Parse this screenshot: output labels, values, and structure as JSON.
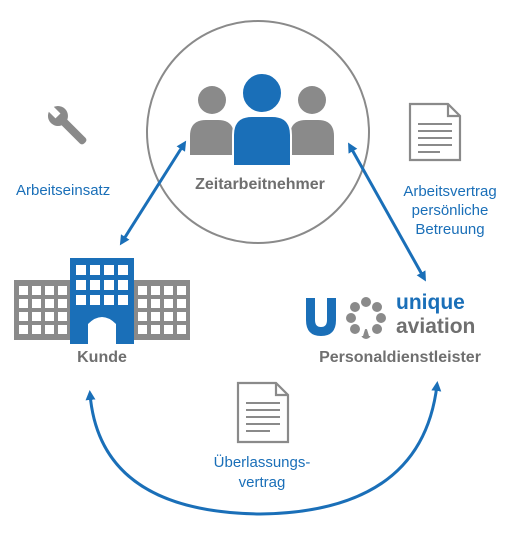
{
  "nodes": {
    "worker": {
      "label": "Zeitarbeitnehmer"
    },
    "customer": {
      "label": "Kunde"
    },
    "provider": {
      "label": "Personaldienstleister",
      "logo_text_line1": "unique",
      "logo_text_line2": "aviation"
    }
  },
  "relations": {
    "worker_customer": {
      "label": "Arbeitseinsatz"
    },
    "worker_provider": {
      "label_lines": [
        "Arbeitsvertrag",
        "persönliche",
        "Betreuung"
      ]
    },
    "customer_provider": {
      "label_lines": [
        "Überlassungs-",
        "vertrag"
      ]
    }
  },
  "colors": {
    "accent": "#1a6fb8",
    "grey": "#8a8a8a",
    "dark_grey": "#6f6f6f"
  },
  "icons": [
    "wrench-icon",
    "document-icon",
    "building-icon",
    "people-icon",
    "unique-aviation-logo"
  ]
}
